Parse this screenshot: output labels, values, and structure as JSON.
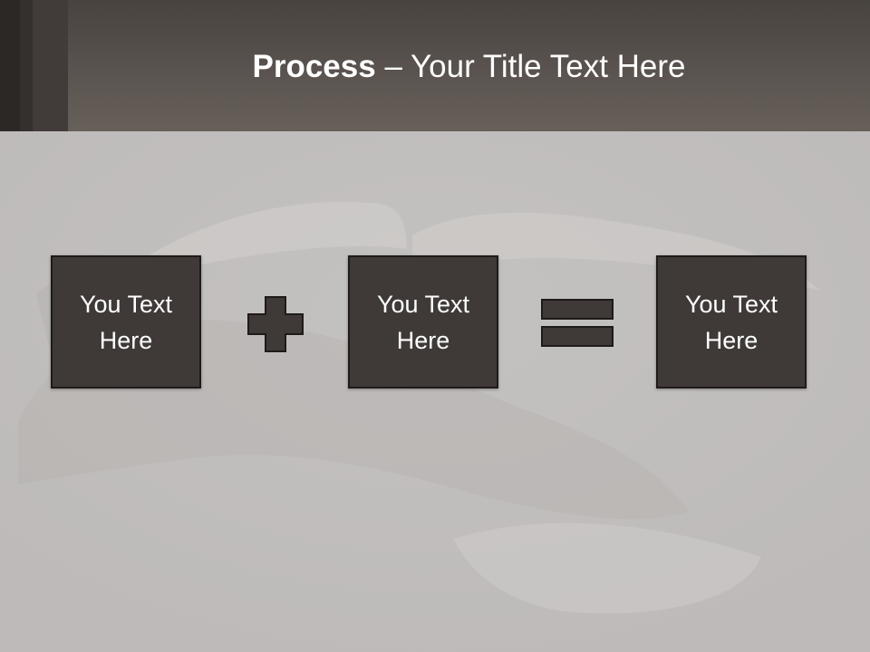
{
  "slide": {
    "title_bold": "Process",
    "title_rest": " – Your Title Text Here"
  },
  "process": {
    "boxes": [
      {
        "label": "You Text Here"
      },
      {
        "label": "You Text Here"
      },
      {
        "label": "You Text Here"
      }
    ],
    "operators": [
      {
        "icon": "plus-icon"
      },
      {
        "icon": "equals-icon"
      }
    ]
  },
  "colors": {
    "header": "#5a534f",
    "box_fill": "#3f3a37",
    "box_border": "#1e1b19",
    "text": "#ffffff",
    "background": "#c9c7c6"
  }
}
